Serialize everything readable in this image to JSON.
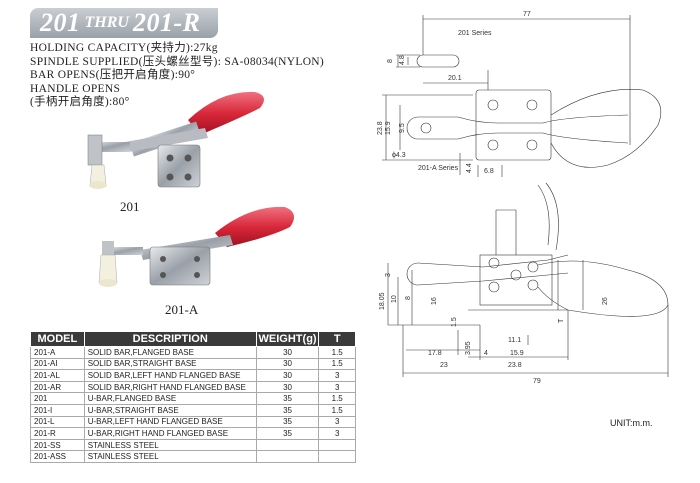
{
  "title": {
    "main1": "201",
    "thru": "THRU",
    "main2": "201-R"
  },
  "specs": [
    "HOLDING CAPACITY(夹持力):27kg",
    "SPINDLE SUPPLIED(压头螺丝型号): SA-08034(NYLON)",
    "BAR OPENS(压把开启角度):90°",
    "HANDLE OPENS",
    "(手柄开启角度):80°"
  ],
  "photo_labels": {
    "top": "201",
    "bottom": "201-A"
  },
  "table": {
    "headers": [
      "MODEL",
      "DESCRIPTION",
      "WEIGHT(g)",
      "T"
    ],
    "rows": [
      [
        "201-A",
        "SOLID BAR,FLANGED BASE",
        "30",
        "1.5"
      ],
      [
        "201-AI",
        "SOLID BAR,STRAIGHT BASE",
        "30",
        "1.5"
      ],
      [
        "201-AL",
        "SOLID BAR,LEFT HAND FLANGED BASE",
        "30",
        "3"
      ],
      [
        "201-AR",
        "SOLID BAR,RIGHT HAND FLANGED BASE",
        "30",
        "3"
      ],
      [
        "201",
        "U-BAR,FLANGED BASE",
        "35",
        "1.5"
      ],
      [
        "201-I",
        "U-BAR,STRAIGHT BASE",
        "35",
        "1.5"
      ],
      [
        "201-L",
        "U-BAR,LEFT HAND FLANGED BASE",
        "35",
        "3"
      ],
      [
        "201-R",
        "U-BAR,RIGHT HAND FLANGED BASE",
        "35",
        "3"
      ],
      [
        "201-SS",
        "STAINLESS STEEL",
        "",
        ""
      ],
      [
        "201-ASS",
        "STAINLESS STEEL",
        "",
        ""
      ]
    ]
  },
  "unit": "UNIT:m.m.",
  "drawing": {
    "dims": {
      "d77": "77",
      "series201": "201 Series",
      "d8": "8",
      "d4_8": "4.8",
      "d20_1": "20.1",
      "d23_8": "23.8",
      "d15_9": "15.9",
      "d9_5": "9.5",
      "phi4_3": "ϕ4.3",
      "series201a": "201-A Series",
      "d4_4": "4.4",
      "d6_8": "6.8",
      "d3": "3",
      "d18_05": "18.05",
      "d10": "10",
      "d8b": "8",
      "d16": "16",
      "d1_5": "1.5",
      "d26": "26",
      "dT": "T",
      "d3_95": "3.95",
      "d4": "4",
      "d11_1": "11.1",
      "d17_8": "17.8",
      "d15_9b": "15.9",
      "d23": "23",
      "d23_8b": "23.8",
      "d79": "79"
    }
  }
}
